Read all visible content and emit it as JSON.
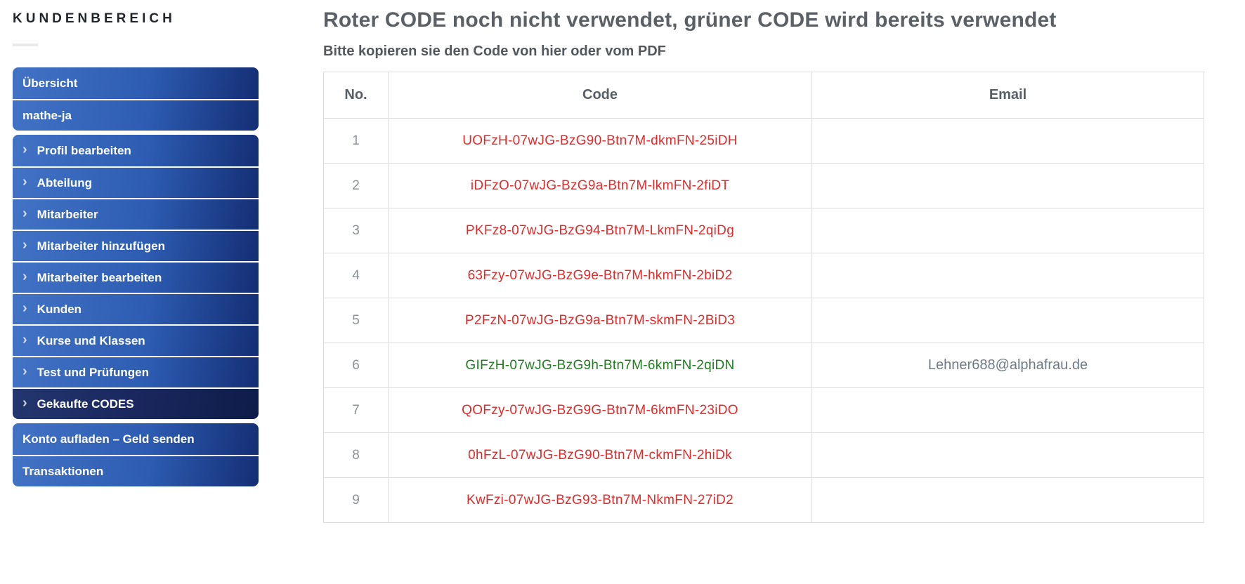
{
  "sidebar": {
    "title": "KUNDENBEREICH",
    "groups": [
      {
        "items": [
          {
            "id": "uebersicht",
            "label": "Übersicht",
            "chevron": false,
            "selected": false
          },
          {
            "id": "mathe-ja",
            "label": "mathe-ja",
            "chevron": false,
            "selected": false
          }
        ]
      },
      {
        "items": [
          {
            "id": "profil-bearbeiten",
            "label": "Profil bearbeiten",
            "chevron": true,
            "selected": false
          },
          {
            "id": "abteilung",
            "label": "Abteilung",
            "chevron": true,
            "selected": false
          },
          {
            "id": "mitarbeiter",
            "label": "Mitarbeiter",
            "chevron": true,
            "selected": false
          },
          {
            "id": "mitarbeiter-hinzufuegen",
            "label": "Mitarbeiter hinzufügen",
            "chevron": true,
            "selected": false
          },
          {
            "id": "mitarbeiter-bearbeiten",
            "label": "Mitarbeiter bearbeiten",
            "chevron": true,
            "selected": false
          },
          {
            "id": "kunden",
            "label": "Kunden",
            "chevron": true,
            "selected": false
          },
          {
            "id": "kurse-und-klassen",
            "label": "Kurse und Klassen",
            "chevron": true,
            "selected": false
          },
          {
            "id": "test-und-pruefungen",
            "label": "Test und Prüfungen",
            "chevron": true,
            "selected": false
          },
          {
            "id": "gekaufte-codes",
            "label": "Gekaufte CODES",
            "chevron": true,
            "selected": true
          }
        ]
      },
      {
        "items": [
          {
            "id": "konto-aufladen",
            "label": "Konto aufladen – Geld senden",
            "chevron": false,
            "selected": false
          },
          {
            "id": "transaktionen",
            "label": "Transaktionen",
            "chevron": false,
            "selected": false
          }
        ]
      }
    ]
  },
  "main": {
    "title": "Roter CODE noch nicht verwendet, grüner CODE wird bereits verwendet",
    "subtitle": "Bitte kopieren sie den Code von hier oder vom PDF",
    "table": {
      "headers": [
        "No.",
        "Code",
        "Email"
      ],
      "rows": [
        {
          "no": "1",
          "code": "UOFzH-07wJG-BzG90-Btn7M-dkmFN-25iDH",
          "used": false,
          "email": ""
        },
        {
          "no": "2",
          "code": "iDFzO-07wJG-BzG9a-Btn7M-lkmFN-2fiDT",
          "used": false,
          "email": ""
        },
        {
          "no": "3",
          "code": "PKFz8-07wJG-BzG94-Btn7M-LkmFN-2qiDg",
          "used": false,
          "email": ""
        },
        {
          "no": "4",
          "code": "63Fzy-07wJG-BzG9e-Btn7M-hkmFN-2biD2",
          "used": false,
          "email": ""
        },
        {
          "no": "5",
          "code": "P2FzN-07wJG-BzG9a-Btn7M-skmFN-2BiD3",
          "used": false,
          "email": ""
        },
        {
          "no": "6",
          "code": "GIFzH-07wJG-BzG9h-Btn7M-6kmFN-2qiDN",
          "used": true,
          "email": "Lehner688@alphafrau.de"
        },
        {
          "no": "7",
          "code": "QOFzy-07wJG-BzG9G-Btn7M-6kmFN-23iDO",
          "used": false,
          "email": ""
        },
        {
          "no": "8",
          "code": "0hFzL-07wJG-BzG90-Btn7M-ckmFN-2hiDk",
          "used": false,
          "email": ""
        },
        {
          "no": "9",
          "code": "KwFzi-07wJG-BzG93-Btn7M-NkmFN-27iD2",
          "used": false,
          "email": ""
        }
      ]
    }
  },
  "colors": {
    "code_unused": "#e02b2b",
    "code_used": "#1f7d1f",
    "sidebar_gradient_start": "#4273c5",
    "sidebar_gradient_end": "#142e74",
    "sidebar_selected_start": "#24366f",
    "sidebar_selected_end": "#0e1c4a",
    "table_border": "#dddddd",
    "muted_text": "#8a9095",
    "email_text": "#6e7b87"
  }
}
